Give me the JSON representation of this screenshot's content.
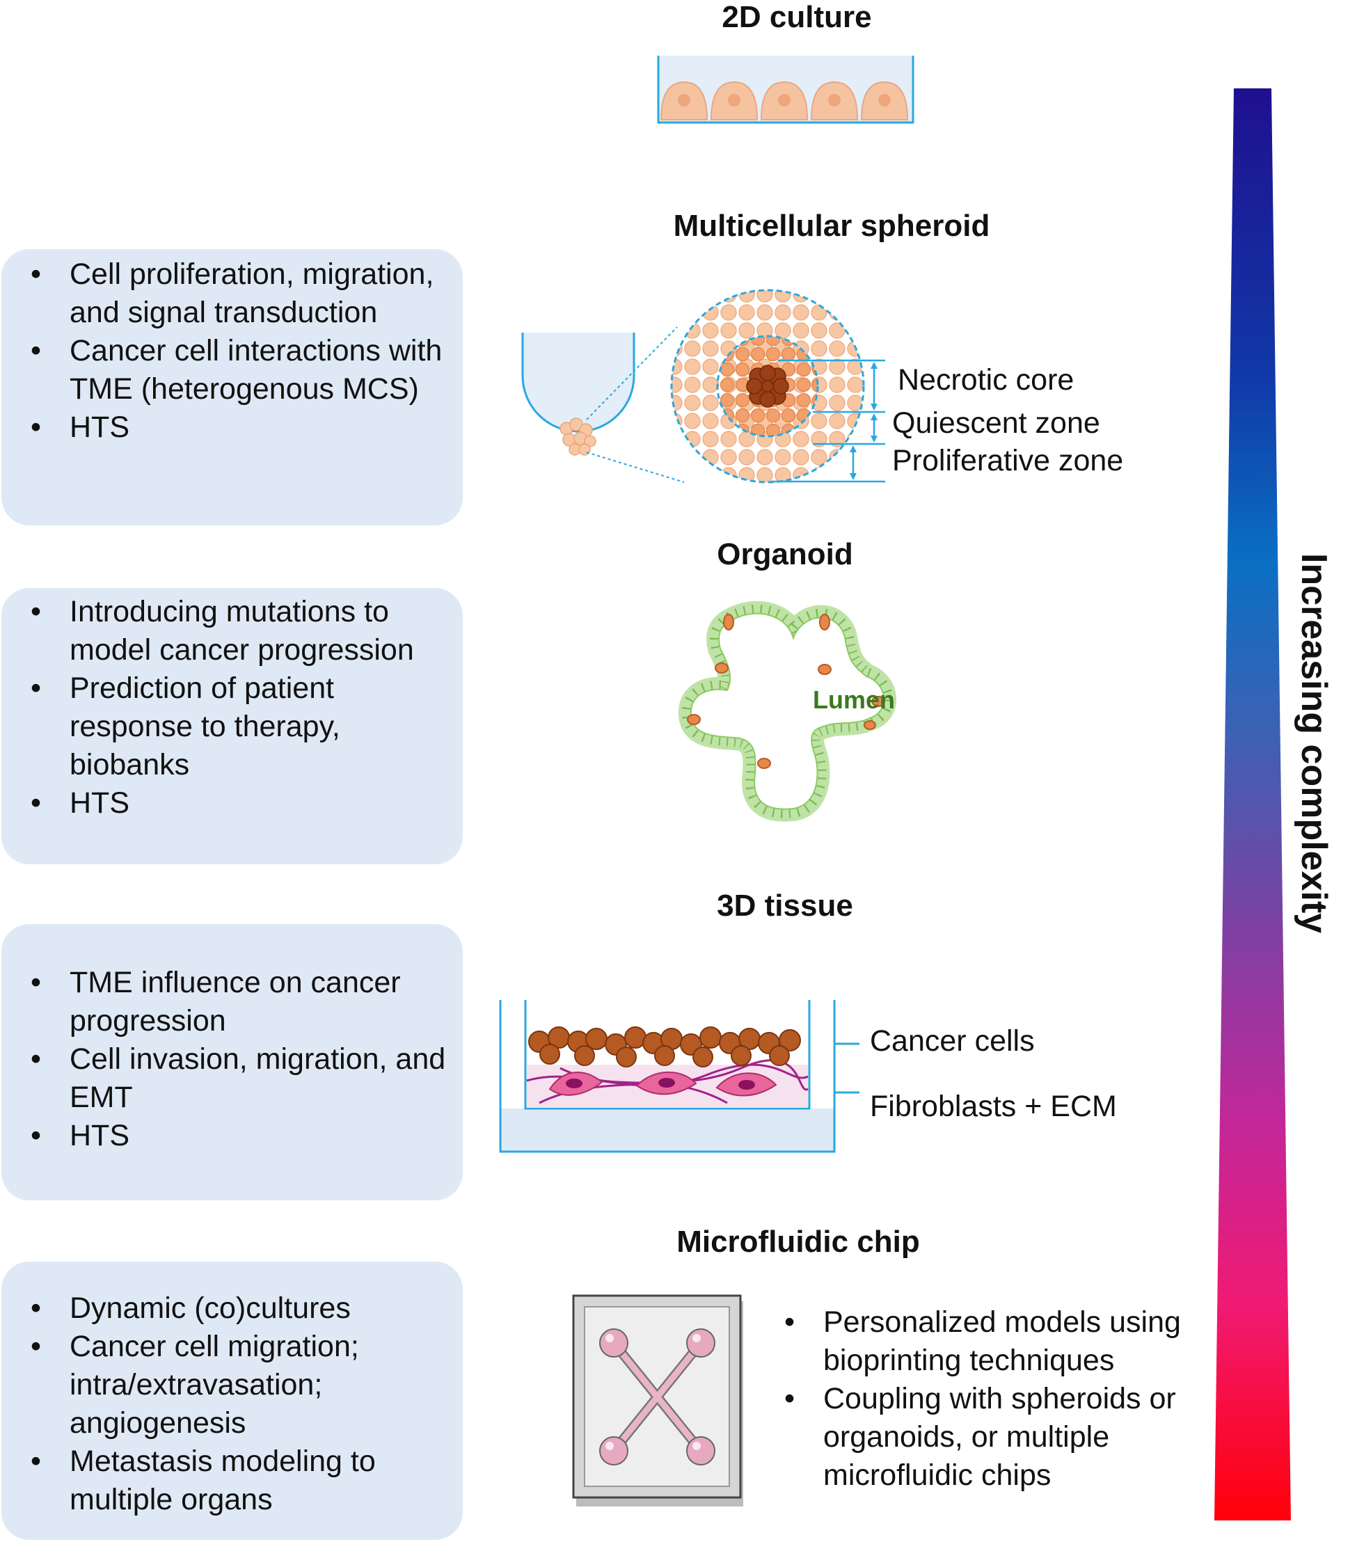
{
  "titles": {
    "culture2d": "2D culture",
    "spheroid": "Multicellular spheroid",
    "organoid": "Organoid",
    "tissue3d": "3D tissue",
    "chip": "Microfluidic chip"
  },
  "boxes": {
    "spheroid": [
      "Cell proliferation, migration, and signal transduction",
      "Cancer cell interactions with TME (heterogenous MCS)",
      "HTS"
    ],
    "organoid": [
      "Introducing mutations to model cancer progression",
      "Prediction of patient response to therapy, biobanks",
      "HTS"
    ],
    "tissue": [
      "TME influence on cancer progression",
      "Cell invasion, migration, and EMT",
      "HTS"
    ],
    "chip": [
      "Dynamic (co)cultures",
      "Cancer cell migration; intra/extravasation; angiogenesis",
      "Metastasis modeling to multiple organs"
    ]
  },
  "chip_notes": [
    "Personalized models using bioprinting techniques",
    "Coupling with spheroids or organoids, or multiple microfluidic chips"
  ],
  "spheroid_labels": {
    "necrotic": "Necrotic core",
    "quiescent": "Quiescent zone",
    "proliferative": "Proliferative zone"
  },
  "organoid_labels": {
    "lumen": "Lumen"
  },
  "tissue_labels": {
    "cancer": "Cancer cells",
    "fibro": "Fibroblasts + ECM"
  },
  "complexity_label": "Increasing complexity",
  "colors": {
    "box_bg": "#dfe9f5",
    "accent_blue": "#29a8e0",
    "cell_peach": "#f6c3a0",
    "cell_dark": "#a9471a",
    "lumen_green": "#3a7a1f",
    "gradient_top": "#1f108f",
    "gradient_mid": "#0a6fc2",
    "gradient_bottom": "#ff0008"
  }
}
